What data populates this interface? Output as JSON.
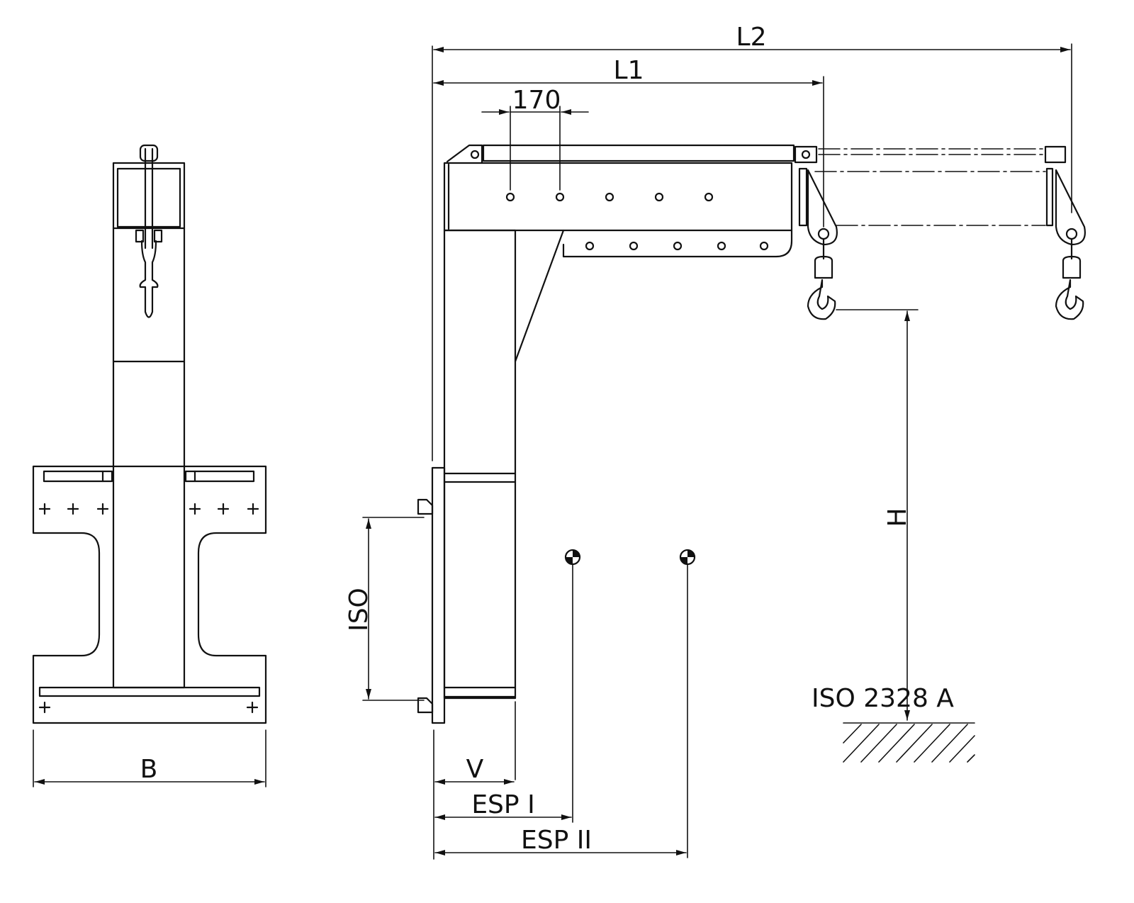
{
  "drawing": {
    "front_view": {
      "width_label": "B"
    },
    "side_view": {
      "boom_length_label": "L1",
      "extended_length_label": "L2",
      "hole_spacing_label": "170",
      "hook_height_label": "H",
      "mount_height_label": "ISO",
      "mast_offset_label": "V",
      "cog_1_label": "ESP I",
      "cog_2_label": "ESP II",
      "standard_label": "ISO 2328 A"
    },
    "line_color": "#111111",
    "background": "#ffffff"
  }
}
